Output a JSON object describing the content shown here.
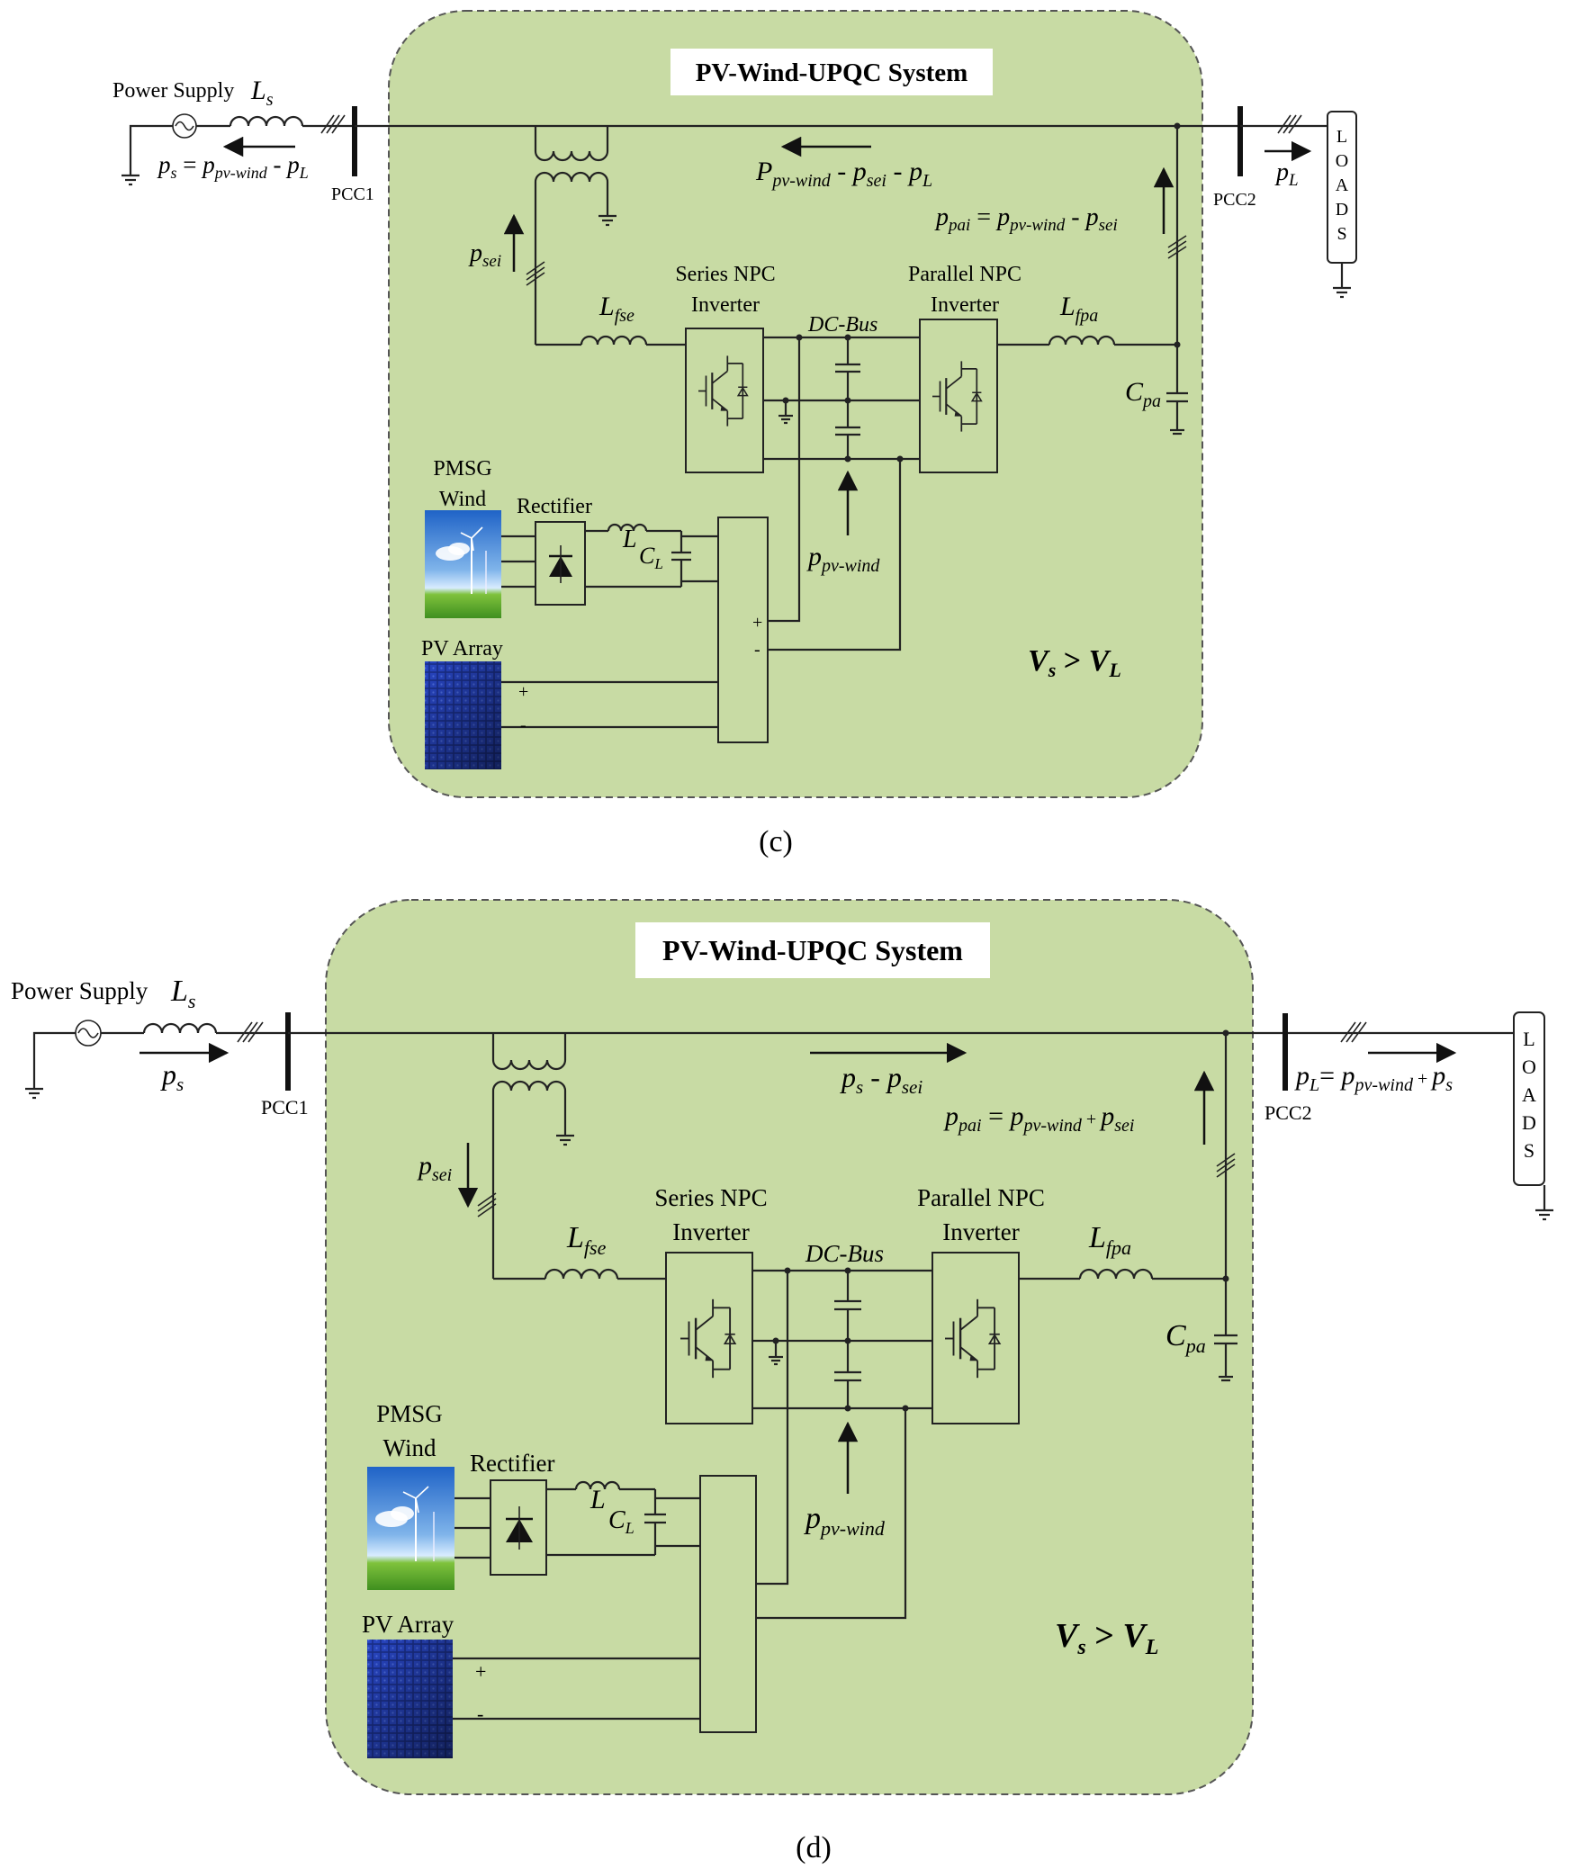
{
  "colors": {
    "panel_fill": "#c8dba4",
    "panel_stroke": "#555555",
    "wire": "#222222"
  },
  "diagrams": [
    {
      "id": "c",
      "system_title": "PV-Wind-UPQC System",
      "power_supply": "Power Supply",
      "ls_sym": "L",
      "ls_sub": "s",
      "pcc1": "PCC1",
      "pcc2": "PCC2",
      "ps_eq": {
        "a": "p",
        "a_sub": "s",
        "eq": " = ",
        "b": "p",
        "b_sub": "pv-wind",
        "minus": " - ",
        "c": "p",
        "c_sub": "L"
      },
      "pl": {
        "sym": "p",
        "sub": "L"
      },
      "main_flow": {
        "a": "P",
        "a_sub": "pv-wind",
        "m1": " - ",
        "b": "p",
        "b_sub": "sei",
        "m2": " - ",
        "c": "p",
        "c_sub": "L"
      },
      "ppai": {
        "a": "p",
        "a_sub": "pai",
        "eq": " = ",
        "b": "p",
        "b_sub": "pv-wind",
        "op": " - ",
        "c": "p",
        "c_sub": "sei"
      },
      "psei": {
        "sym": "p",
        "sub": "sei"
      },
      "lfse": {
        "sym": "L",
        "sub": "fse"
      },
      "lfpa": {
        "sym": "L",
        "sub": "fpa"
      },
      "cpa": {
        "sym": "C",
        "sub": "pa"
      },
      "series_inv": [
        "Series NPC",
        "Inverter"
      ],
      "parallel_inv": [
        "Parallel NPC",
        "Inverter"
      ],
      "dc_bus": "DC-Bus",
      "pmsg": [
        "PMSG",
        "Wind"
      ],
      "rectifier": "Rectifier",
      "l_sym": "L",
      "cl": {
        "sym": "C",
        "sub": "L"
      },
      "ppvwind": {
        "sym": "p",
        "sub": "pv-wind"
      },
      "pv_array": "PV Array",
      "plus": "+",
      "minus": "-",
      "vs_vl": {
        "a": "V",
        "a_sub": "s",
        "op": " > ",
        "b": "V",
        "b_sub": "L"
      },
      "loads": [
        "L",
        "O",
        "A",
        "D",
        "S"
      ],
      "caption": "(c)"
    },
    {
      "id": "d",
      "system_title": "PV-Wind-UPQC System",
      "power_supply": "Power Supply",
      "ls_sym": "L",
      "ls_sub": "s",
      "pcc1": "PCC1",
      "pcc2": "PCC2",
      "ps": {
        "sym": "p",
        "sub": "s"
      },
      "main_flow": {
        "a": "p",
        "a_sub": "s",
        "m1": " - ",
        "b": "p",
        "b_sub": "sei"
      },
      "ppai": {
        "a": "p",
        "a_sub": "pai",
        "eq": " = ",
        "b": "p",
        "b_sub": "pv-wind",
        "op": " + ",
        "c": "p",
        "c_sub": "sei"
      },
      "pl_eq": {
        "a": "p",
        "a_sub": "L",
        "eq": "= ",
        "b": "p",
        "b_sub": "pv-wind",
        "op": " + ",
        "c": "p",
        "c_sub": "s"
      },
      "psei": {
        "sym": "p",
        "sub": "sei"
      },
      "lfse": {
        "sym": "L",
        "sub": "fse"
      },
      "lfpa": {
        "sym": "L",
        "sub": "fpa"
      },
      "cpa": {
        "sym": "C",
        "sub": "pa"
      },
      "series_inv": [
        "Series NPC",
        "Inverter"
      ],
      "parallel_inv": [
        "Parallel NPC",
        "Inverter"
      ],
      "dc_bus": "DC-Bus",
      "pmsg": [
        "PMSG",
        "Wind"
      ],
      "rectifier": "Rectifier",
      "l_sym": "L",
      "cl": {
        "sym": "C",
        "sub": "L"
      },
      "ppvwind": {
        "sym": "p",
        "sub": "pv-wind"
      },
      "pv_array": "PV Array",
      "plus": "+",
      "minus": "-",
      "vs_vl": {
        "a": "V",
        "a_sub": "s",
        "op": " > ",
        "b": "V",
        "b_sub": "L"
      },
      "loads": [
        "L",
        "O",
        "A",
        "D",
        "S"
      ],
      "caption": "(d)"
    }
  ]
}
